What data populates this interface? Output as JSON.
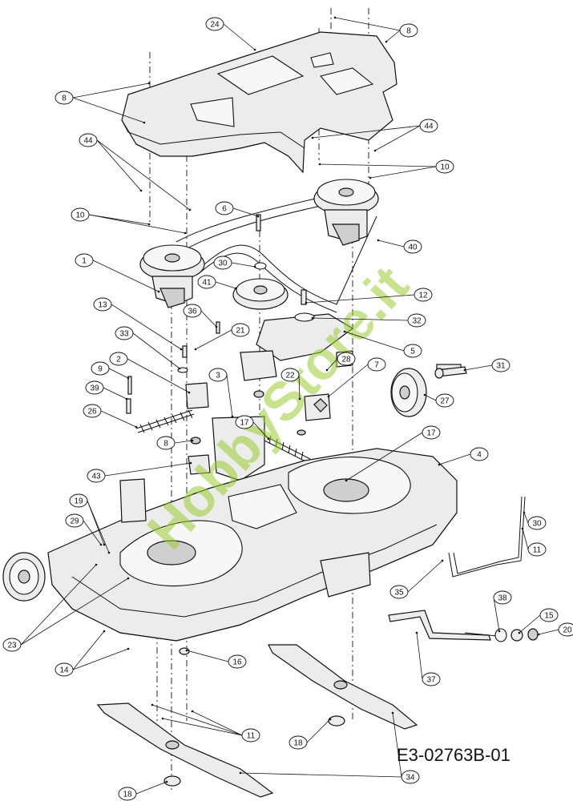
{
  "document_code": "E3-02763B-01",
  "watermark": "HobbyStore.it",
  "callouts": [
    "1",
    "2",
    "3",
    "4",
    "5",
    "6",
    "7",
    "8",
    "9",
    "10",
    "11",
    "12",
    "13",
    "14",
    "15",
    "16",
    "17",
    "18",
    "19",
    "20",
    "21",
    "22",
    "23",
    "24",
    "26",
    "27",
    "28",
    "29",
    "30",
    "31",
    "32",
    "33",
    "34",
    "35",
    "36",
    "37",
    "38",
    "39",
    "40",
    "41",
    "43",
    "44"
  ]
}
